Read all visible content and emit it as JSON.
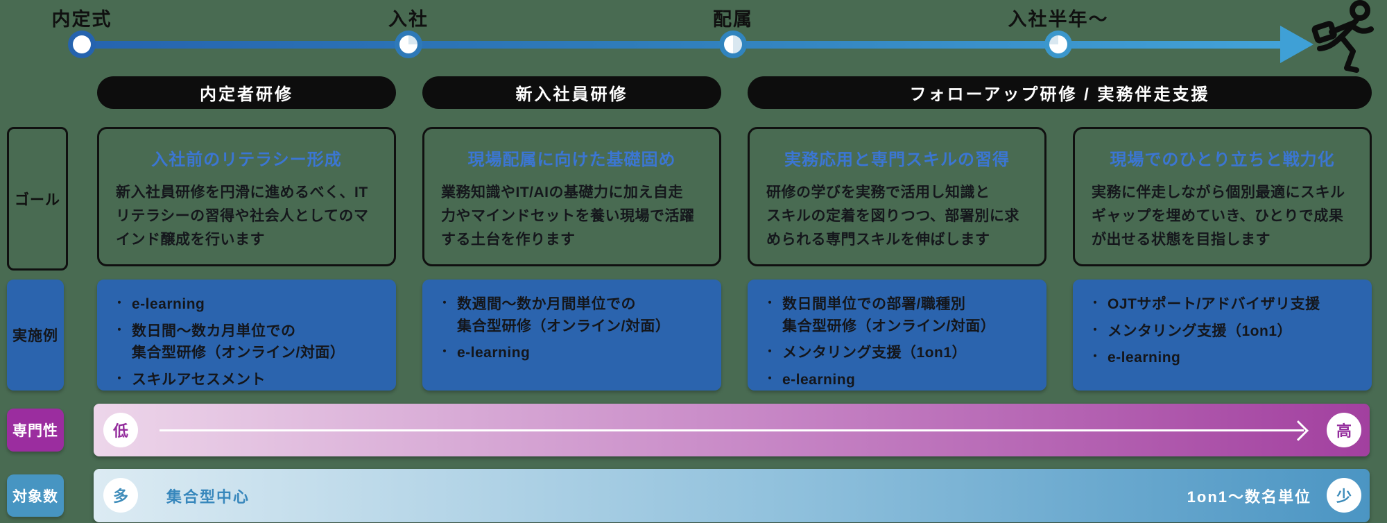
{
  "bullet": "・",
  "colors": {
    "background_green": "#496B52",
    "timeline_blue_start": "#2664AF",
    "timeline_blue_end": "#43A3D8",
    "pill_black": "#0D0D0D",
    "goal_title_blue": "#3B76D3",
    "example_box_blue": "#2B64AE",
    "specialization_purple": "#9B2D9F",
    "audience_blue": "#4795C2"
  },
  "timeline": {
    "milestones": [
      {
        "label": "内定式"
      },
      {
        "label": "入社"
      },
      {
        "label": "配属"
      },
      {
        "label": "入社半年〜"
      }
    ]
  },
  "pills": [
    {
      "label": "内定者研修"
    },
    {
      "label": "新入社員研修"
    },
    {
      "label": "フォローアップ研修 / 実務伴走支援"
    }
  ],
  "row_labels": {
    "goal": "ゴール",
    "examples": "実施例",
    "specialization": "専門性",
    "audience": "対象数"
  },
  "columns": [
    {
      "goal_title": "入社前のリテラシー形成",
      "goal_body": "新入社員研修を円滑に進めるべく、IT\nリテラシーの習得や社会人としてのマ\nインド醸成を行います",
      "examples": [
        "e-learning",
        "数日間〜数カ月単位での\n集合型研修（オンライン/対面）",
        "スキルアセスメント"
      ]
    },
    {
      "goal_title": "現場配属に向けた基礎固め",
      "goal_body": "業務知識やIT/AIの基礎力に加え自走\n力やマインドセットを養い現場で活躍\nする土台を作ります",
      "examples": [
        "数週間〜数か月間単位での\n集合型研修（オンライン/対面）",
        "e-learning"
      ]
    },
    {
      "goal_title": "実務応用と専門スキルの習得",
      "goal_body": "研修の学びを実務で活用し知識と\nスキルの定着を図りつつ、部署別に求\nめられる専門スキルを伸ばします",
      "examples": [
        "数日間単位での部署/職種別\n集合型研修（オンライン/対面）",
        "メンタリング支援（1on1）",
        "e-learning"
      ]
    },
    {
      "goal_title": "現場でのひとり立ちと戦力化",
      "goal_body": "実務に伴走しながら個別最適にスキル\nギャップを埋めていき、ひとりで成果\nが出せる状態を目指します",
      "examples": [
        "OJTサポート/アドバイザリ支援",
        "メンタリング支援（1on1）",
        "e-learning"
      ]
    }
  ],
  "specialization_bar": {
    "low": "低",
    "high": "高"
  },
  "audience_bar": {
    "many": "多",
    "few": "少",
    "left_text": "集合型中心",
    "right_text": "1on1〜数名単位"
  }
}
